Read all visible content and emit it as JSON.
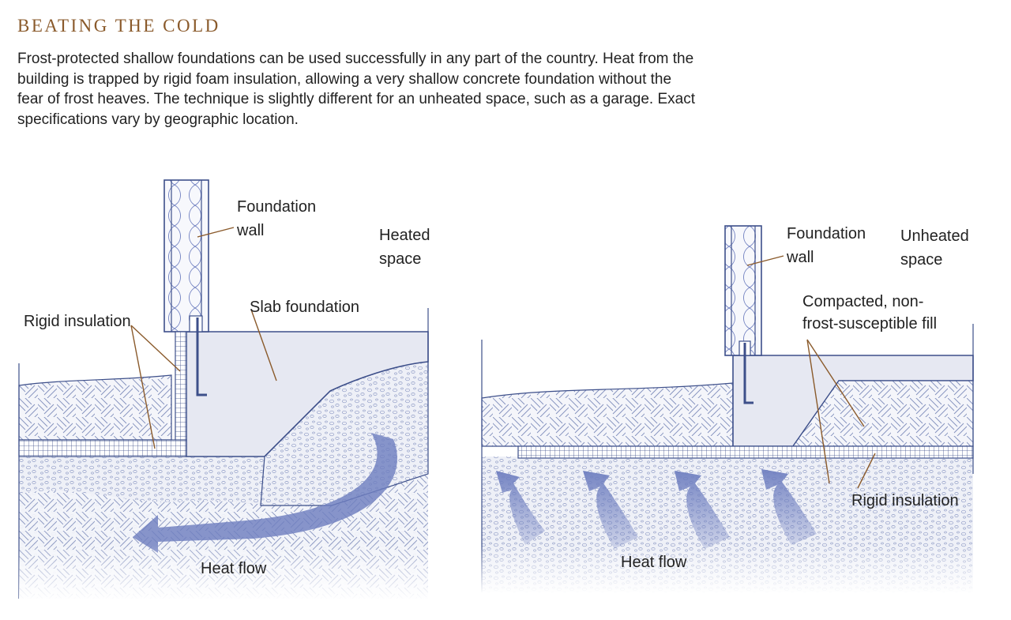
{
  "heading": "BEATING THE COLD",
  "intro": "Frost-protected shallow foundations can be used successfully in any part of the country. Heat from the building is trapped by rigid foam insulation, allowing a very shallow concrete foundation without the fear of frost heaves. The technique is slightly different for an unheated space, such as a garage. Exact specifications vary by geographic location.",
  "colors": {
    "heading": "#8a5a2b",
    "outline": "#3d4f8a",
    "leader": "#8a5a2b",
    "arrow": "#6f7fc0",
    "concrete": "#e6e8f2"
  },
  "heated": {
    "wall": [
      "Foundation",
      "wall"
    ],
    "space": [
      "Heated",
      "space"
    ],
    "slab": "Slab foundation",
    "insulation": "Rigid insulation",
    "flow": "Heat flow"
  },
  "unheated": {
    "wall": [
      "Foundation",
      "wall"
    ],
    "space": [
      "Unheated",
      "space"
    ],
    "fill": [
      "Compacted, non-",
      "frost-susceptible fill"
    ],
    "insulation": "Rigid insulation",
    "flow": "Heat flow"
  }
}
